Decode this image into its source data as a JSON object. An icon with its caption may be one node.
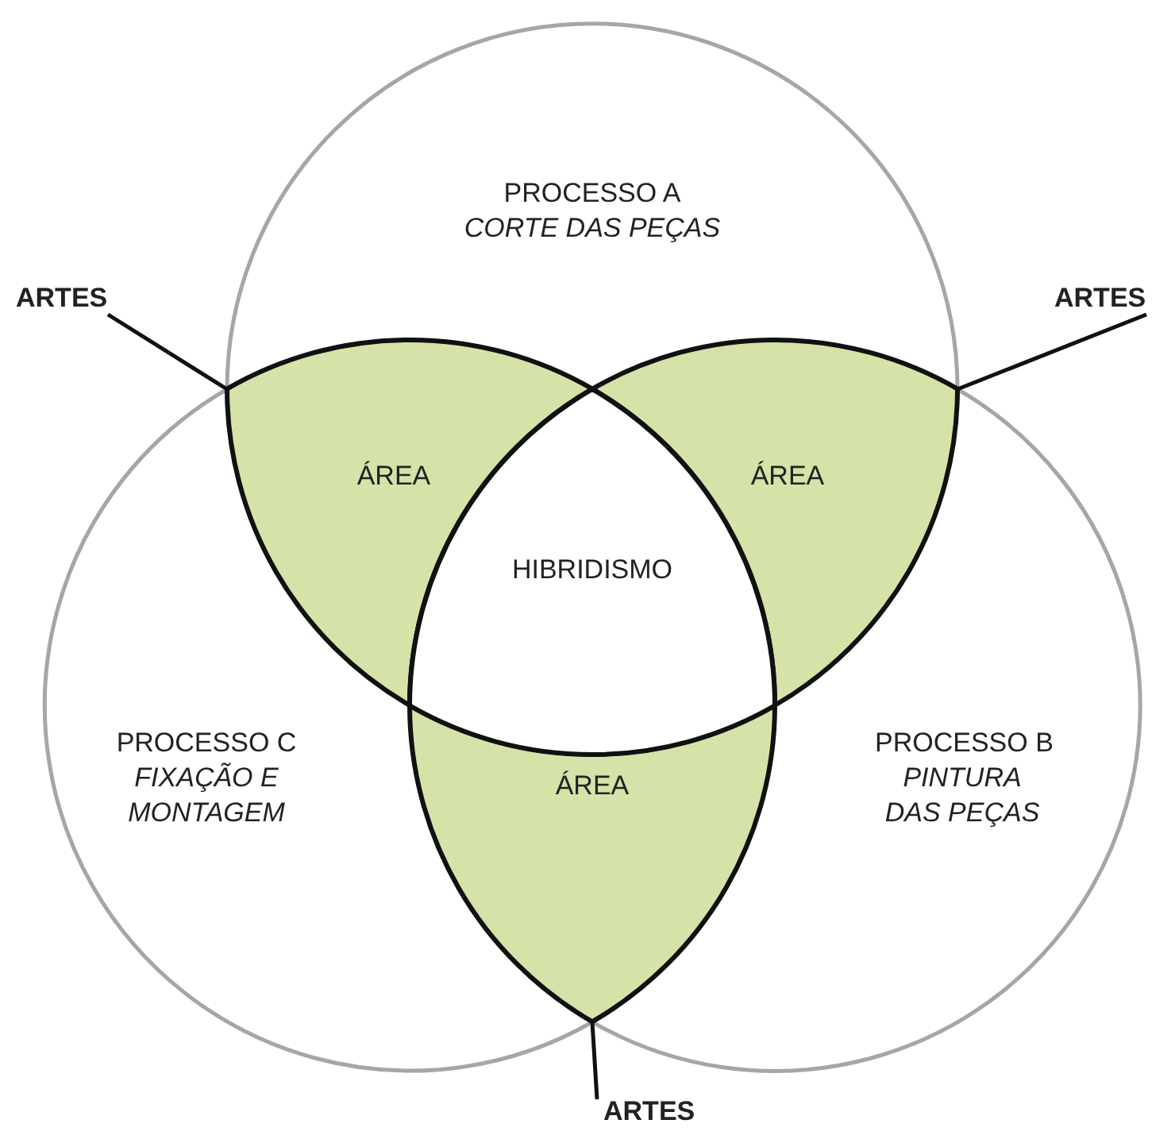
{
  "diagram": {
    "nodes": [
      {
        "text": [
          "PROCESSO A",
          "CORTE DAS PEÇAS"
        ]
      },
      {
        "text": [
          "ÁREA"
        ]
      },
      {
        "text": [
          "ÁREA"
        ]
      },
      {
        "text": [
          "HIBRIDISMO"
        ]
      },
      {
        "text": [
          "PROCESSO C",
          "FIXAÇÃO E MONTAGEM"
        ]
      },
      {
        "text": [
          "PROCESSO B",
          "PINTURA DAS PEÇAS"
        ]
      },
      {
        "text": [
          "ÁREA"
        ]
      },
      {
        "text": [
          "ARTES"
        ]
      },
      {
        "text": [
          "ARTES"
        ]
      },
      {
        "text": [
          "ARTES"
        ]
      }
    ],
    "edges": [
      {
        "from": 7,
        "to": 1,
        "arrow": "none"
      },
      {
        "from": 8,
        "to": 2,
        "arrow": "none"
      },
      {
        "from": 9,
        "to": 6,
        "arrow": "none"
      }
    ]
  }
}
